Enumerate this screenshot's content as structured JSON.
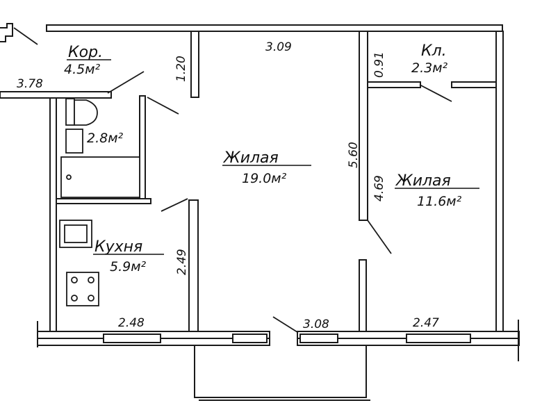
{
  "rooms": [
    {
      "name": "Кор.",
      "area": "4.5м²"
    },
    {
      "name": "",
      "area": "2.8м²"
    },
    {
      "name": "Жилая",
      "area": "19.0м²"
    },
    {
      "name": "Кл.",
      "area": "2.3м²"
    },
    {
      "name": "Жилая",
      "area": "11.6м²"
    },
    {
      "name": "Кухня",
      "area": "5.9м²"
    }
  ],
  "dimensions": [
    "3.09",
    "1.20",
    "3.78",
    "0.91",
    "5.60",
    "4.69",
    "2.49",
    "2.48",
    "3.08",
    "2.47"
  ]
}
